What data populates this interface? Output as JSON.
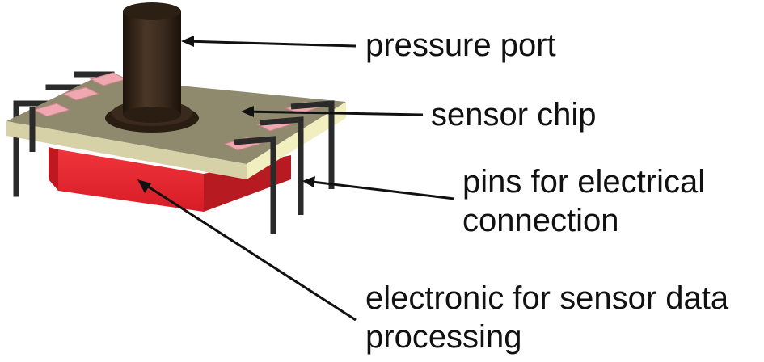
{
  "labels": {
    "pressure_port": "pressure port",
    "sensor_chip": "sensor chip",
    "pins": [
      "pins for electrical",
      "connection"
    ],
    "electronic": [
      "electronic for sensor data",
      "processing"
    ]
  },
  "colors": {
    "board_top": "#8f8a6e",
    "board_front": "#d6d1a7",
    "board_right": "#f1eec0",
    "electronics_block": "#e8242d",
    "electronics_side": "#b81a22",
    "port": "#3a2a1e",
    "pad": "#f0a8b0",
    "pin": "#2a2a2a",
    "arrow": "#111111"
  }
}
